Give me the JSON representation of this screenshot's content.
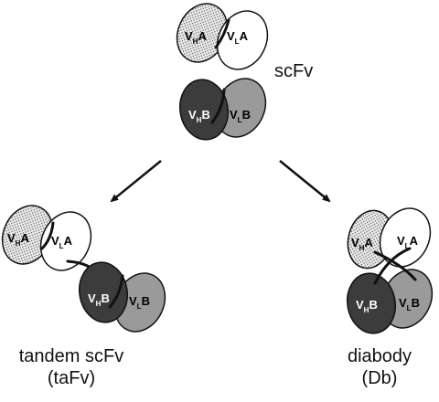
{
  "domains": {
    "vha": {
      "prefix": "V",
      "sub": "H",
      "suffix": "A"
    },
    "vla": {
      "prefix": "V",
      "sub": "L",
      "suffix": "A"
    },
    "vhb": {
      "prefix": "V",
      "sub": "H",
      "suffix": "B"
    },
    "vlb": {
      "prefix": "V",
      "sub": "L",
      "suffix": "B"
    }
  },
  "labels": {
    "scfv": "scFv",
    "tandem_line1": "tandem scFv",
    "tandem_line2": "(taFv)",
    "diabody_line1": "diabody",
    "diabody_line2": "(Db)"
  },
  "colors": {
    "vha_fill": "dotted light grey",
    "vla_fill": "#ffffff",
    "vhb_fill": "#3c3c3c",
    "vlb_fill": "#9a9a9a",
    "outline": "#111111"
  }
}
